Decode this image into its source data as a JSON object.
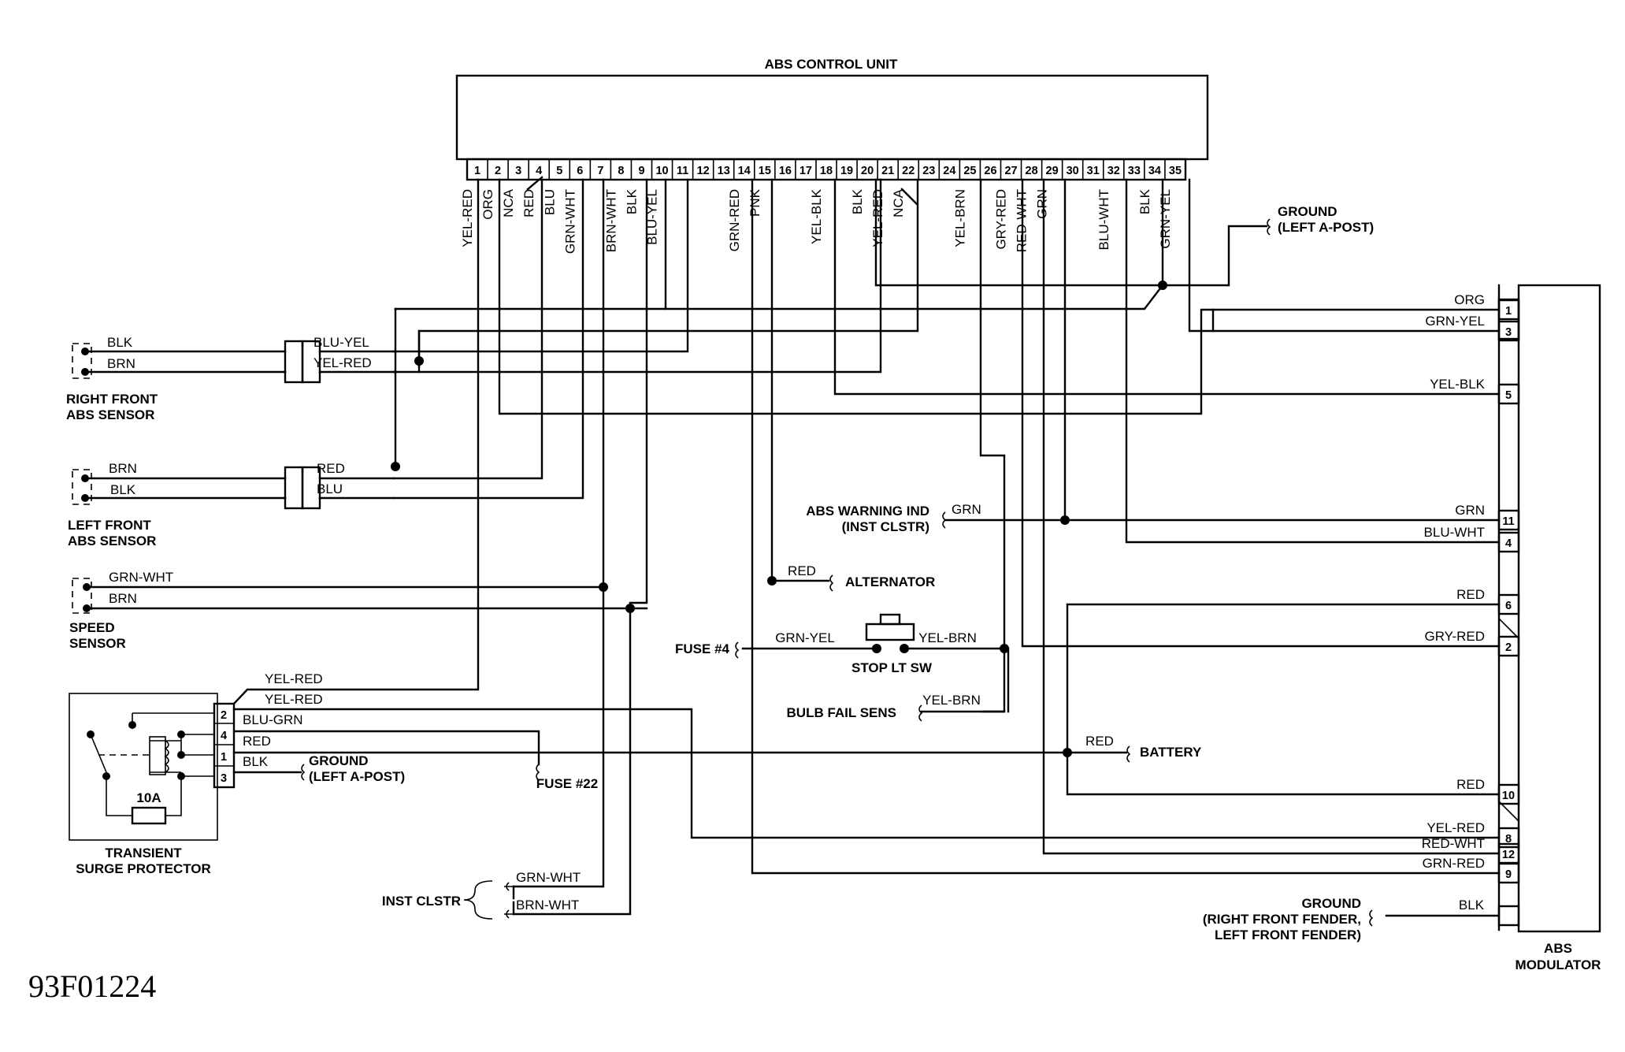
{
  "figure_code": "93F01224",
  "abs_control_unit": {
    "title": "ABS CONTROL UNIT",
    "pins": [
      "1",
      "2",
      "3",
      "4",
      "5",
      "6",
      "7",
      "8",
      "9",
      "10",
      "11",
      "12",
      "13",
      "14",
      "15",
      "16",
      "17",
      "18",
      "19",
      "20",
      "21",
      "22",
      "23",
      "24",
      "25",
      "26",
      "27",
      "28",
      "29",
      "30",
      "31",
      "32",
      "33",
      "34",
      "35"
    ],
    "pin_wires": [
      {
        "pin": "1",
        "label": "YEL-RED"
      },
      {
        "pin": "2",
        "label": "ORG"
      },
      {
        "pin": "3",
        "label": "NCA"
      },
      {
        "pin": "4",
        "label": "RED"
      },
      {
        "pin": "5",
        "label": "BLU"
      },
      {
        "pin": "6",
        "label": "GRN-WHT"
      },
      {
        "pin": "8",
        "label": "BRN-WHT"
      },
      {
        "pin": "9",
        "label": "BLK"
      },
      {
        "pin": "10",
        "label": "BLU-YEL"
      },
      {
        "pin": "14",
        "label": "GRN-RED"
      },
      {
        "pin": "15",
        "label": "PNK"
      },
      {
        "pin": "18",
        "label": "YEL-BLK"
      },
      {
        "pin": "20",
        "label": "BLK"
      },
      {
        "pin": "21",
        "label": "YEL-RED"
      },
      {
        "pin": "22",
        "label": "NCA"
      },
      {
        "pin": "25",
        "label": "YEL-BRN"
      },
      {
        "pin": "27",
        "label": "GRY-RED"
      },
      {
        "pin": "28",
        "label": "RED-WHT"
      },
      {
        "pin": "29",
        "label": "GRN"
      },
      {
        "pin": "32",
        "label": "BLU-WHT"
      },
      {
        "pin": "34",
        "label": "BLK"
      },
      {
        "pin": "35",
        "label": "GRN-YEL"
      }
    ]
  },
  "ground_left_a_post": {
    "line1": "GROUND",
    "line2": "(LEFT A-POST)"
  },
  "right_front_sensor": {
    "label_line1": "RIGHT FRONT",
    "label_line2": "ABS SENSOR",
    "wire_left_top": "BLK",
    "wire_left_bottom": "BRN",
    "wire_right_top": "BLU-YEL",
    "wire_right_bottom": "YEL-RED"
  },
  "left_front_sensor": {
    "label_line1": "LEFT FRONT",
    "label_line2": "ABS SENSOR",
    "wire_left_top": "BRN",
    "wire_left_bottom": "BLK",
    "wire_right_top": "RED",
    "wire_right_bottom": "BLU"
  },
  "speed_sensor": {
    "label_line1": "SPEED",
    "label_line2": "SENSOR",
    "wire_top": "GRN-WHT",
    "wire_bottom": "BRN"
  },
  "surge_protector": {
    "label_line1": "TRANSIENT",
    "label_line2": "SURGE PROTECTOR",
    "fuse_rating": "10A",
    "pins": [
      "2",
      "4",
      "1",
      "3"
    ],
    "wires": [
      "YEL-RED",
      "YEL-RED",
      "BLU-GRN",
      "RED",
      "BLK"
    ],
    "ground_line1": "GROUND",
    "ground_line2": "(LEFT A-POST)",
    "fuse22": "FUSE #22"
  },
  "inst_clstr": {
    "label": "INST CLSTR",
    "wire_top": "GRN-WHT",
    "wire_bottom": "BRN-WHT"
  },
  "abs_warning": {
    "line1": "ABS WARNING IND",
    "line2": "(INST CLSTR)",
    "wire": "GRN"
  },
  "alternator": {
    "label": "ALTERNATOR",
    "wire": "RED"
  },
  "stop_lt_sw": {
    "label": "STOP LT SW",
    "fuse_label": "FUSE #4",
    "wire_left": "GRN-YEL",
    "wire_right": "YEL-BRN"
  },
  "bulb_fail": {
    "label": "BULB FAIL SENS",
    "wire": "YEL-BRN"
  },
  "battery": {
    "label": "BATTERY",
    "wire": "RED"
  },
  "modulator": {
    "label_line1": "ABS",
    "label_line2": "MODULATOR",
    "pins": [
      {
        "pin": "1",
        "wire": "ORG"
      },
      {
        "pin": "3",
        "wire": "GRN-YEL"
      },
      {
        "pin": "5",
        "wire": "YEL-BLK"
      },
      {
        "pin": "11",
        "wire": "GRN"
      },
      {
        "pin": "4",
        "wire": "BLU-WHT"
      },
      {
        "pin": "6",
        "wire": "RED"
      },
      {
        "pin": "2",
        "wire": "GRY-RED"
      },
      {
        "pin": "10",
        "wire": "RED"
      },
      {
        "pin": "8",
        "wire": "YEL-RED"
      },
      {
        "pin": "12",
        "wire": "RED-WHT"
      },
      {
        "pin": "9",
        "wire": "GRN-RED"
      }
    ],
    "ground_wire": "BLK",
    "ground_line1": "GROUND",
    "ground_line2": "(RIGHT FRONT FENDER,",
    "ground_line3": "LEFT FRONT FENDER)"
  }
}
